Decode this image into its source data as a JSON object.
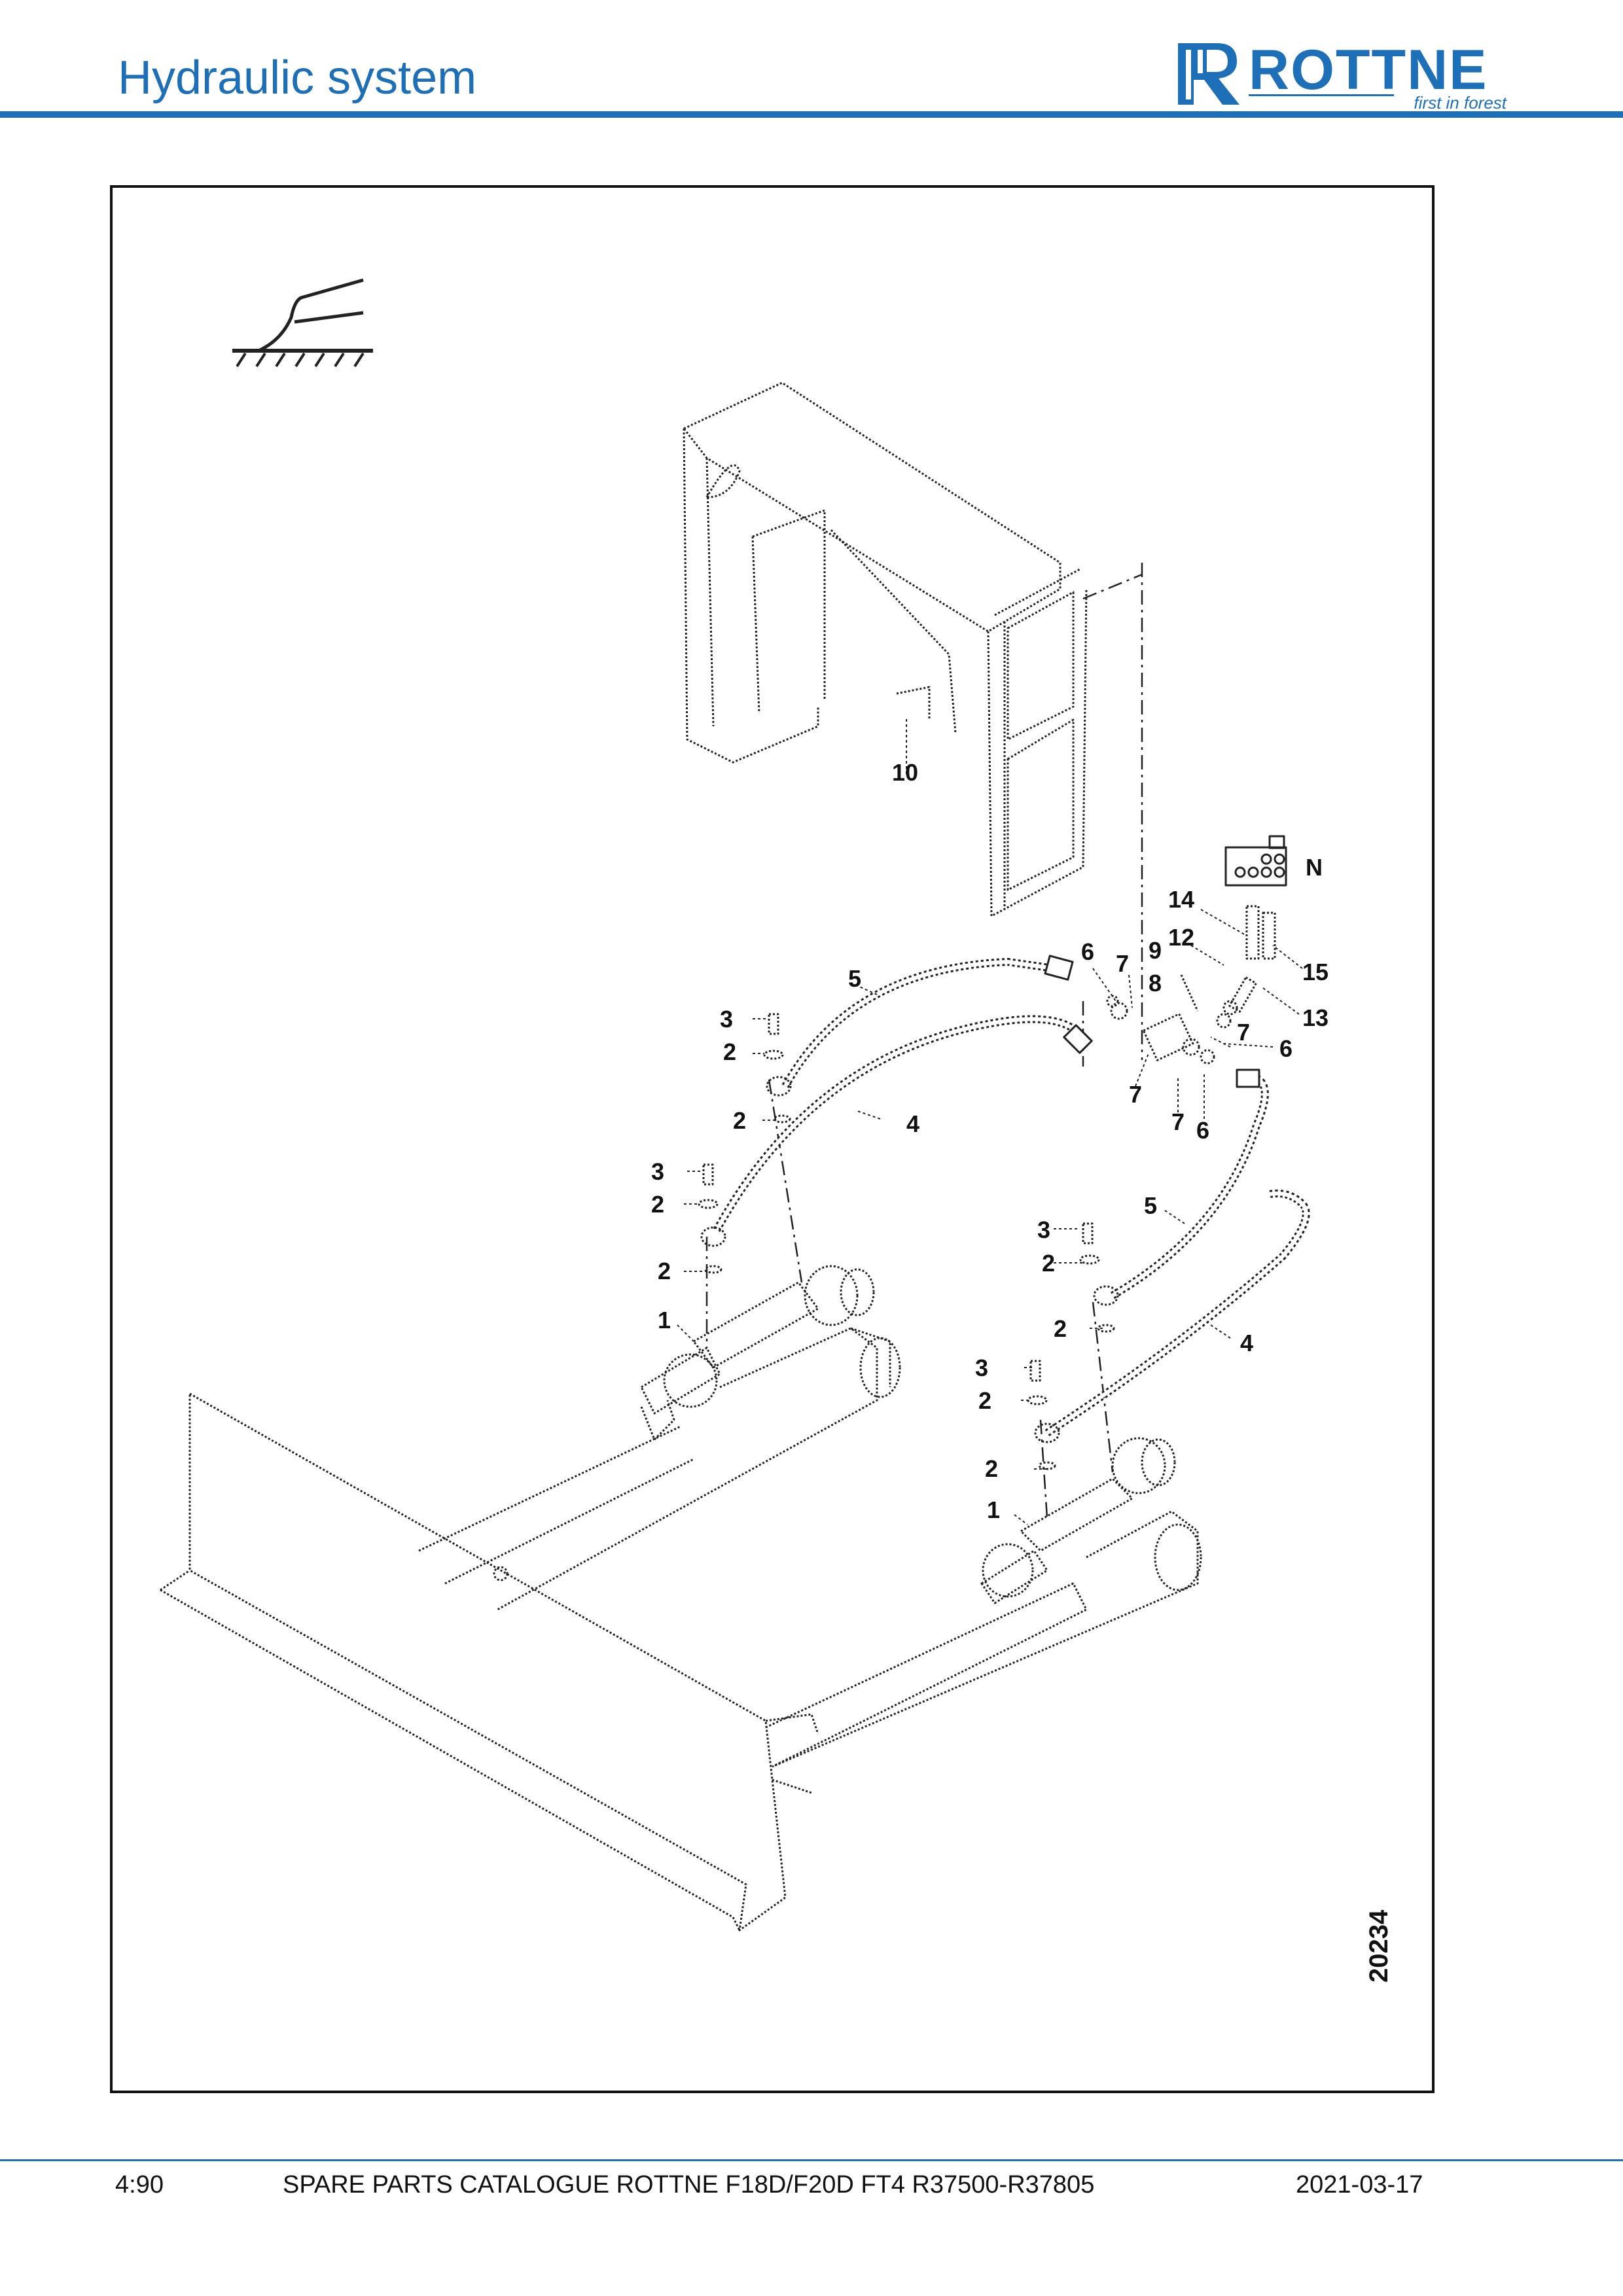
{
  "header": {
    "title": "Hydraulic system",
    "brand": "ROTTNE",
    "tagline": "first in forest"
  },
  "figure": {
    "number": "20234",
    "view_letter": "N",
    "callouts": [
      "1",
      "1",
      "2",
      "2",
      "2",
      "2",
      "2",
      "2",
      "2",
      "2",
      "3",
      "3",
      "3",
      "3",
      "4",
      "4",
      "5",
      "5",
      "6",
      "6",
      "6",
      "7",
      "7",
      "7",
      "7",
      "7",
      "8",
      "9",
      "10",
      "12",
      "13",
      "14",
      "15"
    ]
  },
  "footer": {
    "page": "4:90",
    "catalogue": "SPARE PARTS CATALOGUE ROTTNE F18D/F20D FT4 R37500-R37805",
    "date": "2021-03-17"
  },
  "colors": {
    "brand_blue": "#1d6fb8",
    "ink": "#111111"
  }
}
